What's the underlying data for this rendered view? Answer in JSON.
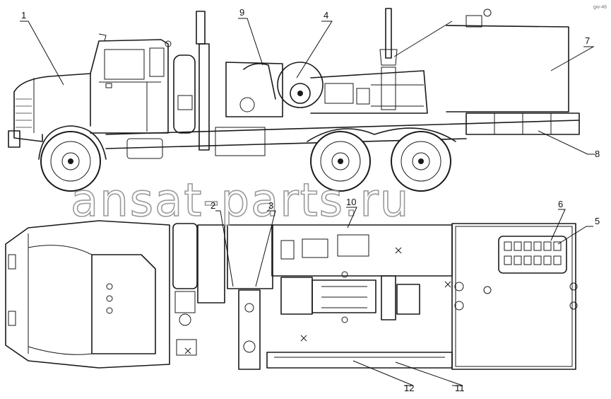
{
  "diagram": {
    "watermark": "ansat-parts.ru",
    "corner_tag": "gw-46",
    "callouts": [
      {
        "id": "c1",
        "label": "1"
      },
      {
        "id": "c2",
        "label": "2"
      },
      {
        "id": "c3",
        "label": "3"
      },
      {
        "id": "c4",
        "label": "4"
      },
      {
        "id": "c5",
        "label": "5"
      },
      {
        "id": "c6",
        "label": "6"
      },
      {
        "id": "c7",
        "label": "7"
      },
      {
        "id": "c8",
        "label": "8"
      },
      {
        "id": "c9",
        "label": "9"
      },
      {
        "id": "c10",
        "label": "10"
      },
      {
        "id": "c11",
        "label": "11"
      },
      {
        "id": "c12",
        "label": "12"
      }
    ]
  }
}
